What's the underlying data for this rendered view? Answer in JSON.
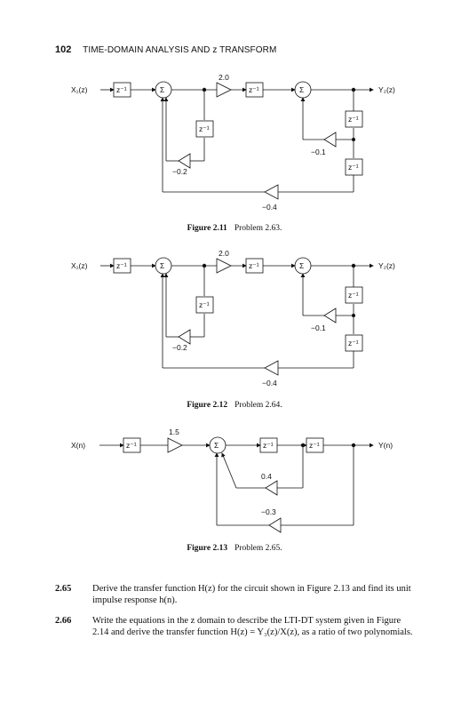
{
  "header": {
    "page_number": "102",
    "running_title": "TIME-DOMAIN ANALYSIS AND z TRANSFORM"
  },
  "labels": {
    "delay": "z⁻¹",
    "sigma": "Σ",
    "x1": "X₁(z)",
    "y2": "Y₂(z)",
    "xn": "X(n)",
    "yn": "Y(n)"
  },
  "figures": [
    {
      "caption_label": "Figure 2.11",
      "caption_text": "Problem 2.63.",
      "gains": {
        "forward": "2.0",
        "inner": "−0.2",
        "right": "−0.1",
        "outer": "−0.4"
      }
    },
    {
      "caption_label": "Figure 2.12",
      "caption_text": "Problem 2.64.",
      "gains": {
        "forward": "2.0",
        "inner": "−0.2",
        "right": "−0.1",
        "outer": "−0.4"
      }
    },
    {
      "caption_label": "Figure 2.13",
      "caption_text": "Problem 2.65.",
      "gains": {
        "forward": "1.5",
        "inner": "0.4",
        "outer": "−0.3"
      }
    }
  ],
  "problems": [
    {
      "number": "2.65",
      "text": "Derive the transfer function H(z) for the circuit shown in Figure 2.13 and find its unit impulse response h(n)."
    },
    {
      "number": "2.66",
      "text": "Write the equations in the z domain to describe the LTI-DT system given in Figure 2.14 and derive the transfer function H(z) = Y₃(z)/X(z), as a ratio of two polynomials."
    }
  ]
}
